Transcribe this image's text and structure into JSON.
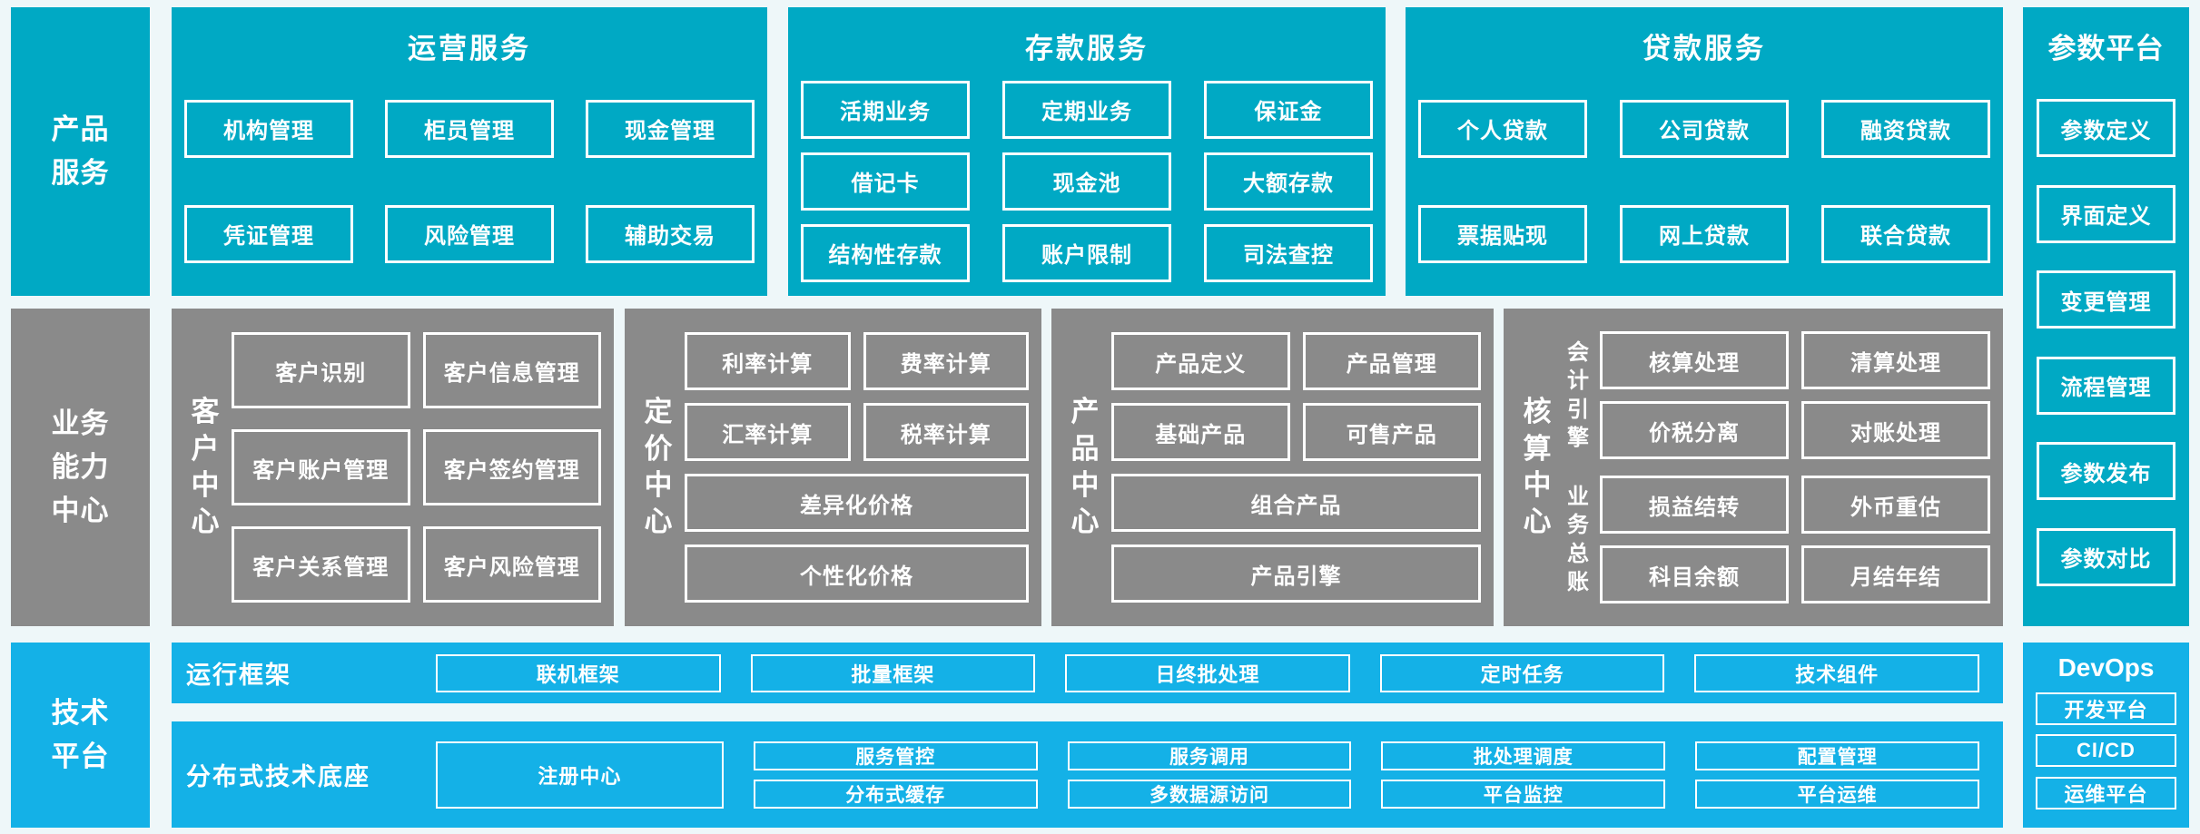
{
  "colors": {
    "teal": "#00a9c4",
    "gray": "#8a8a8a",
    "blue": "#14b1e7",
    "background": "#eef7f9",
    "box_border": "#ffffff"
  },
  "rails": {
    "product_services": "产品\n服务",
    "business_capability": "业务\n能力\n中心",
    "tech_platform": "技术\n平台"
  },
  "top": {
    "operations": {
      "title": "运营服务",
      "boxes": [
        "机构管理",
        "柜员管理",
        "现金管理",
        "凭证管理",
        "风险管理",
        "辅助交易"
      ]
    },
    "deposit": {
      "title": "存款服务",
      "boxes": [
        "活期业务",
        "定期业务",
        "保证金",
        "借记卡",
        "现金池",
        "大额存款",
        "结构性存款",
        "账户限制",
        "司法查控"
      ]
    },
    "loan": {
      "title": "贷款服务",
      "boxes": [
        "个人贷款",
        "公司贷款",
        "融资贷款",
        "票据贴现",
        "网上贷款",
        "联合贷款"
      ]
    }
  },
  "param_platform": {
    "title": "参数平台",
    "boxes": [
      "参数定义",
      "界面定义",
      "变更管理",
      "流程管理",
      "参数发布",
      "参数对比"
    ]
  },
  "middle": {
    "customer": {
      "label": "客\n户\n中\n心",
      "boxes": [
        "客户识别",
        "客户信息管理",
        "客户账户管理",
        "客户签约管理",
        "客户关系管理",
        "客户风险管理"
      ]
    },
    "pricing": {
      "label": "定\n价\n中\n心",
      "boxes": [
        "利率计算",
        "费率计算",
        "汇率计算",
        "税率计算",
        "差异化价格",
        "个性化价格"
      ]
    },
    "product": {
      "label": "产\n品\n中\n心",
      "boxes": [
        "产品定义",
        "产品管理",
        "基础产品",
        "可售产品",
        "组合产品",
        "产品引擎"
      ]
    },
    "accounting": {
      "label": "核\n算\n中\n心",
      "groups": [
        {
          "label": "会\n计\n引\n擎",
          "boxes": [
            "核算处理",
            "清算处理",
            "价税分离",
            "对账处理"
          ]
        },
        {
          "label": "业\n务\n总\n账",
          "boxes": [
            "损益结转",
            "外币重估",
            "科目余额",
            "月结年结"
          ]
        }
      ]
    }
  },
  "bottom": {
    "runtime": {
      "label": "运行框架",
      "boxes": [
        "联机框架",
        "批量框架",
        "日终批处理",
        "定时任务",
        "技术组件"
      ]
    },
    "distributed": {
      "label": "分布式技术底座",
      "registry": "注册中心",
      "row1": [
        "服务管控",
        "服务调用",
        "批处理调度",
        "配置管理"
      ],
      "row2": [
        "分布式缓存",
        "多数据源访问",
        "平台监控",
        "平台运维"
      ]
    },
    "devops": {
      "title": "DevOps",
      "boxes": [
        "开发平台",
        "CI/CD",
        "运维平台"
      ]
    }
  }
}
